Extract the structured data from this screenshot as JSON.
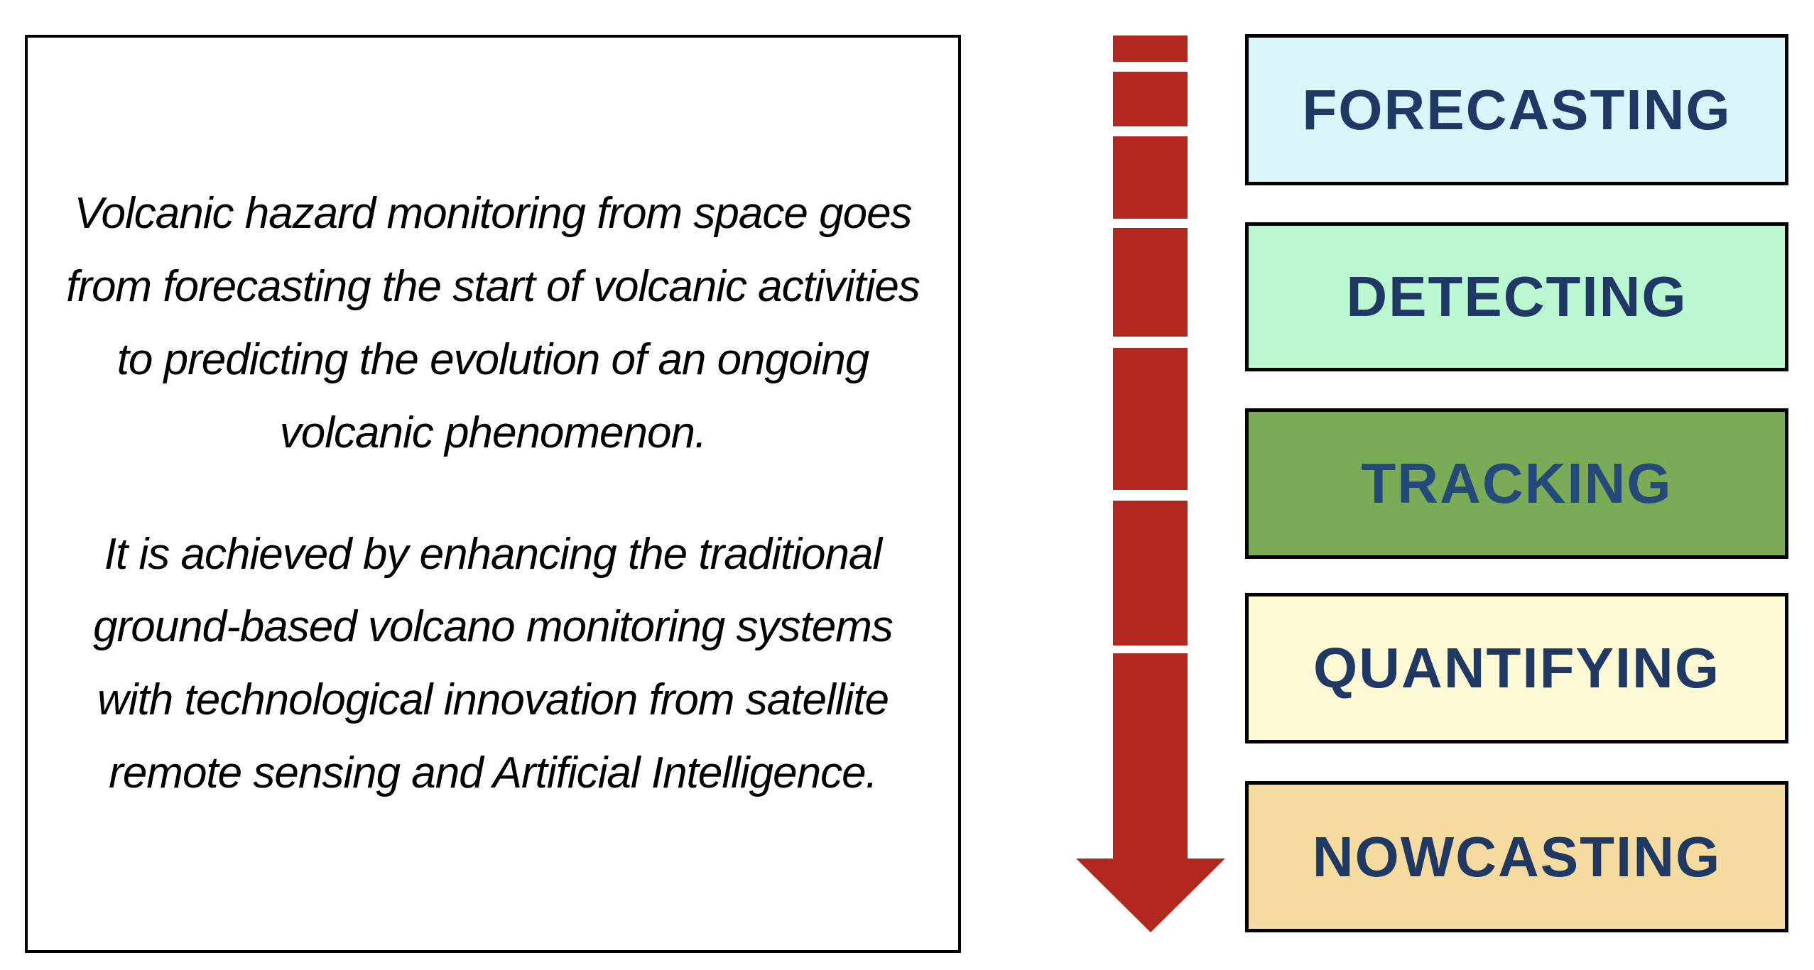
{
  "figure": {
    "description_panel": {
      "paragraph_1": "Volcanic hazard monitoring from space goes from forecasting the start of volcanic activities to predicting the evolution of an ongoing volcanic phenomenon.",
      "paragraph_2": "It is achieved by enhancing the traditional ground-based volcano monitoring systems with technological innovation from satellite remote sensing and Artificial Intelligence."
    },
    "arrow": {
      "name": "downward-time-progression-arrow",
      "direction": "down",
      "color": "#b3281e"
    },
    "stages": [
      {
        "label": "FORECASTING",
        "fill": "#d8f6fa",
        "text_color": "#1f3864"
      },
      {
        "label": "DETECTING",
        "fill": "#bbf8d2",
        "text_color": "#1f3864"
      },
      {
        "label": "TRACKING",
        "fill": "#7cab58",
        "text_color": "#25497a"
      },
      {
        "label": "QUANTIFYING",
        "fill": "#fcf9d4",
        "text_color": "#1f3864"
      },
      {
        "label": "NOWCASTING",
        "fill": "#f5dc9e",
        "text_color": "#1f3864"
      }
    ],
    "colors": {
      "background": "#ffffff",
      "panel_border": "#000000",
      "box_border": "#000000",
      "body_text": "#000000"
    }
  }
}
